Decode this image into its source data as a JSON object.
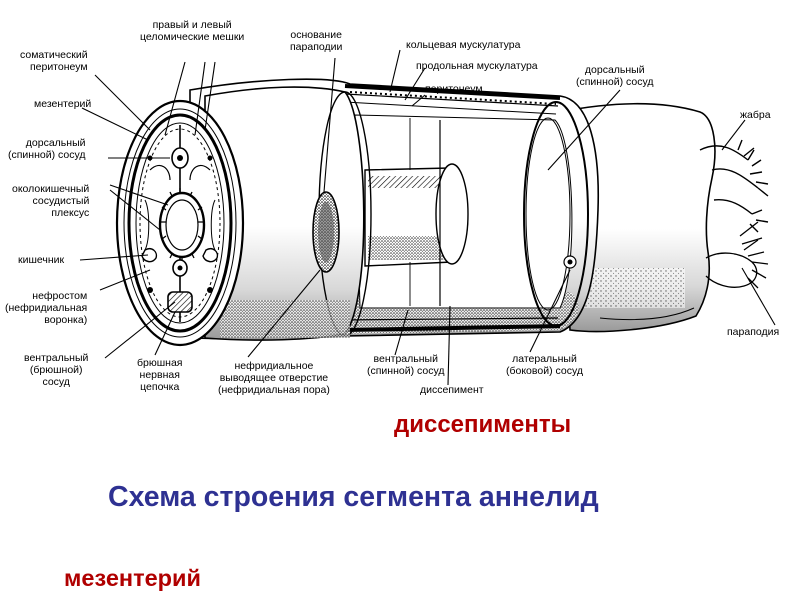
{
  "labels": {
    "somatic_peritoneum": [
      "соматический",
      "перитонеум"
    ],
    "mesentery": [
      "мезентерий"
    ],
    "dorsal_vessel_left": [
      "дорсальный",
      "(спинной) сосуд"
    ],
    "perigut_plexus": [
      "околокишечный",
      "сосудистый",
      "плексус"
    ],
    "gut": [
      "кишечник"
    ],
    "nephrostome": [
      "нефростом",
      "(нефридиальная",
      "воронка)"
    ],
    "ventral_vessel_left": [
      "вентральный",
      "(брюшной)",
      "сосуд"
    ],
    "coelomic_sacs": [
      "правый и левый",
      "целомические мешки"
    ],
    "parapodium_base": [
      "основание",
      "параподии"
    ],
    "circular_muscle": [
      "кольцевая мускулатура"
    ],
    "longitudinal_muscle": [
      "продольная мускулатура"
    ],
    "peritoneum": [
      "перитонеум"
    ],
    "dorsal_vessel_right": [
      "дорсальный",
      "(спинной) сосуд"
    ],
    "gill": [
      "жабра"
    ],
    "parapodium": [
      "параподия"
    ],
    "ventral_nerve_cord": [
      "брюшная",
      "нервная",
      "цепочка"
    ],
    "nephridiopore": [
      "нефридиальное",
      "выводящее отверстие",
      "(нефридиальная пора)"
    ],
    "ventral_vessel_bottom": [
      "вентральный",
      "(спинной) сосуд"
    ],
    "dissepiment": [
      "диссепимент"
    ],
    "lateral_vessel": [
      "латеральный",
      "(боковой) сосуд"
    ]
  },
  "captions": {
    "dissepiments": "диссепименты",
    "title": "Схема строения сегмента аннелид",
    "mesentery": "мезентерий"
  },
  "colors": {
    "red_caption": "#b00000",
    "blue_caption": "#2e3192",
    "ink": "#000000"
  }
}
